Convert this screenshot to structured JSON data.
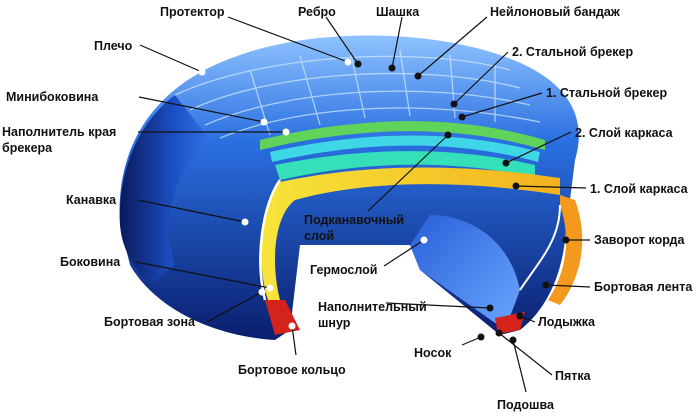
{
  "labels": {
    "protector": "Протектор",
    "rib": "Ребро",
    "block": "Шашка",
    "nylon_bandage": "Нейлоновый бандаж",
    "shoulder": "Плечо",
    "steel_breaker_2": "2. Стальной брекер",
    "mini_sidewall": "Минибоковина",
    "steel_breaker_1": "1. Стальной брекер",
    "breaker_edge_filler": "Наполнитель края\nбрекера",
    "carcass_ply_2": "2. Слой каркаса",
    "groove": "Канавка",
    "carcass_ply_1": "1. Слой каркаса",
    "undertread": "Подканавочный\nслой",
    "cord_turnup": "Заворот корда",
    "sidewall": "Боковина",
    "inner_liner": "Гермослой",
    "bead_tape": "Бортовая лента",
    "bead_zone": "Бортовая зона",
    "bead_filler": "Наполнительный\nшнур",
    "ankle": "Лодыжка",
    "toe": "Носок",
    "heel": "Пятка",
    "bead_ring": "Бортовое кольцо",
    "sole": "Подошва"
  },
  "colors": {
    "tire_dark": "#0a1e6e",
    "tire_mid": "#1f5ed8",
    "tire_light": "#8fc3ff",
    "carcass_yellow": "#f7e43a",
    "carcass_orange": "#f39a1e",
    "breaker_green": "#5fd35a",
    "breaker_cyan": "#3fd7e8",
    "bead_red": "#d3231a",
    "leader_line": "#111111",
    "marker_dot": "#ffffff"
  }
}
